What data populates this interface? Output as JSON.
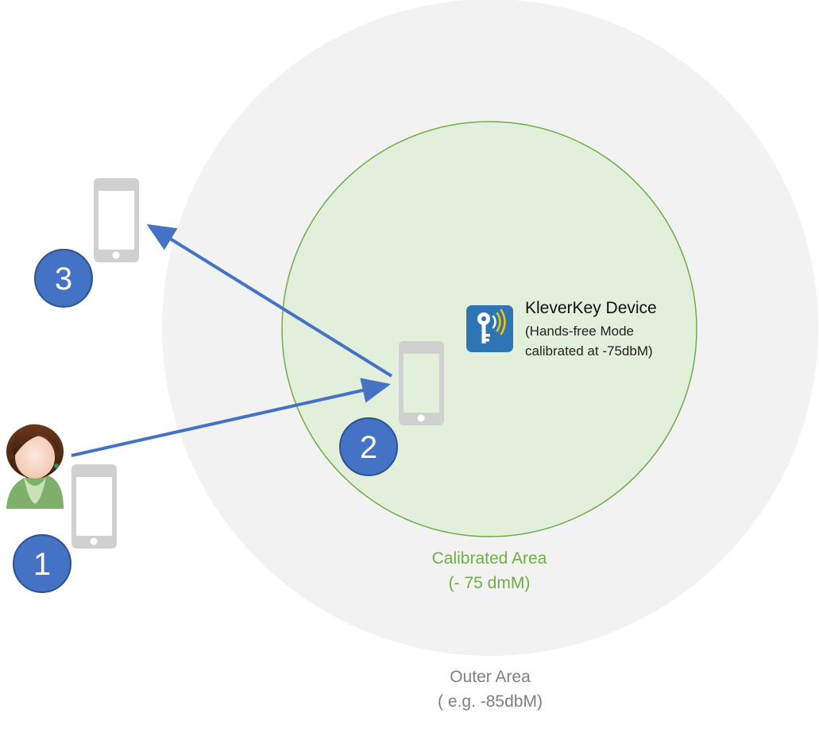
{
  "device": {
    "title": "KleverKey Device",
    "line1": "(Hands-free Mode",
    "line2": "calibrated at -75dbM)",
    "icon": "key-signal-icon"
  },
  "calibrated_area": {
    "label": "Calibrated Area",
    "value": "(- 75 dmM)"
  },
  "outer_area": {
    "label": "Outer Area",
    "value": "( e.g. -85dbM)"
  },
  "steps": [
    {
      "number": "1"
    },
    {
      "number": "2"
    },
    {
      "number": "3"
    }
  ],
  "colors": {
    "outer_fill": "#f2f2f2",
    "calibrated_fill": "#e2efda",
    "calibrated_stroke": "#70ad47",
    "calibrated_text": "#70ad47",
    "outer_text": "#7f7f7f",
    "arrow": "#4472c4",
    "badge_fill": "#4472c4",
    "badge_stroke": "#2f528f",
    "phone": "#d0d0d0",
    "device_icon_bg": "#2e75b6",
    "signal": "#ffc000"
  }
}
